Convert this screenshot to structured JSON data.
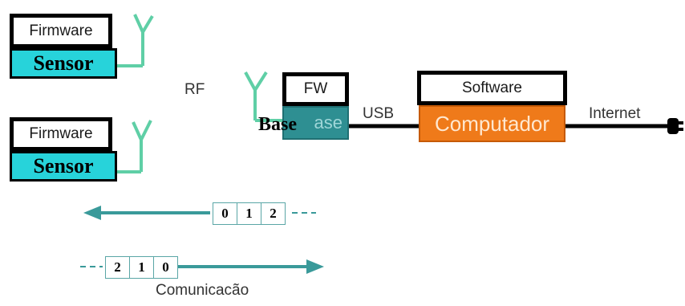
{
  "sensor_top": {
    "firmware_label": "Firmware",
    "sensor_label": "Sensor"
  },
  "sensor_bottom": {
    "firmware_label": "Firmware",
    "sensor_label": "Sensor"
  },
  "rf_label": "RF",
  "base": {
    "fw_label": "FW",
    "name": "Base",
    "ghost_text": "ase"
  },
  "usb_label": "USB",
  "computer": {
    "software_label": "Software",
    "name": "Computador"
  },
  "internet_label": "Internet",
  "seq_left": [
    "0",
    "1",
    "2"
  ],
  "seq_right": [
    "2",
    "1",
    "0"
  ],
  "caption": "Comunicacão",
  "colors": {
    "sensor": "#27d3da",
    "base": "#2e8f92",
    "computer": "#ef7a1a",
    "arrow": "#3a9a9a",
    "antenna": "#5fcfa6"
  }
}
